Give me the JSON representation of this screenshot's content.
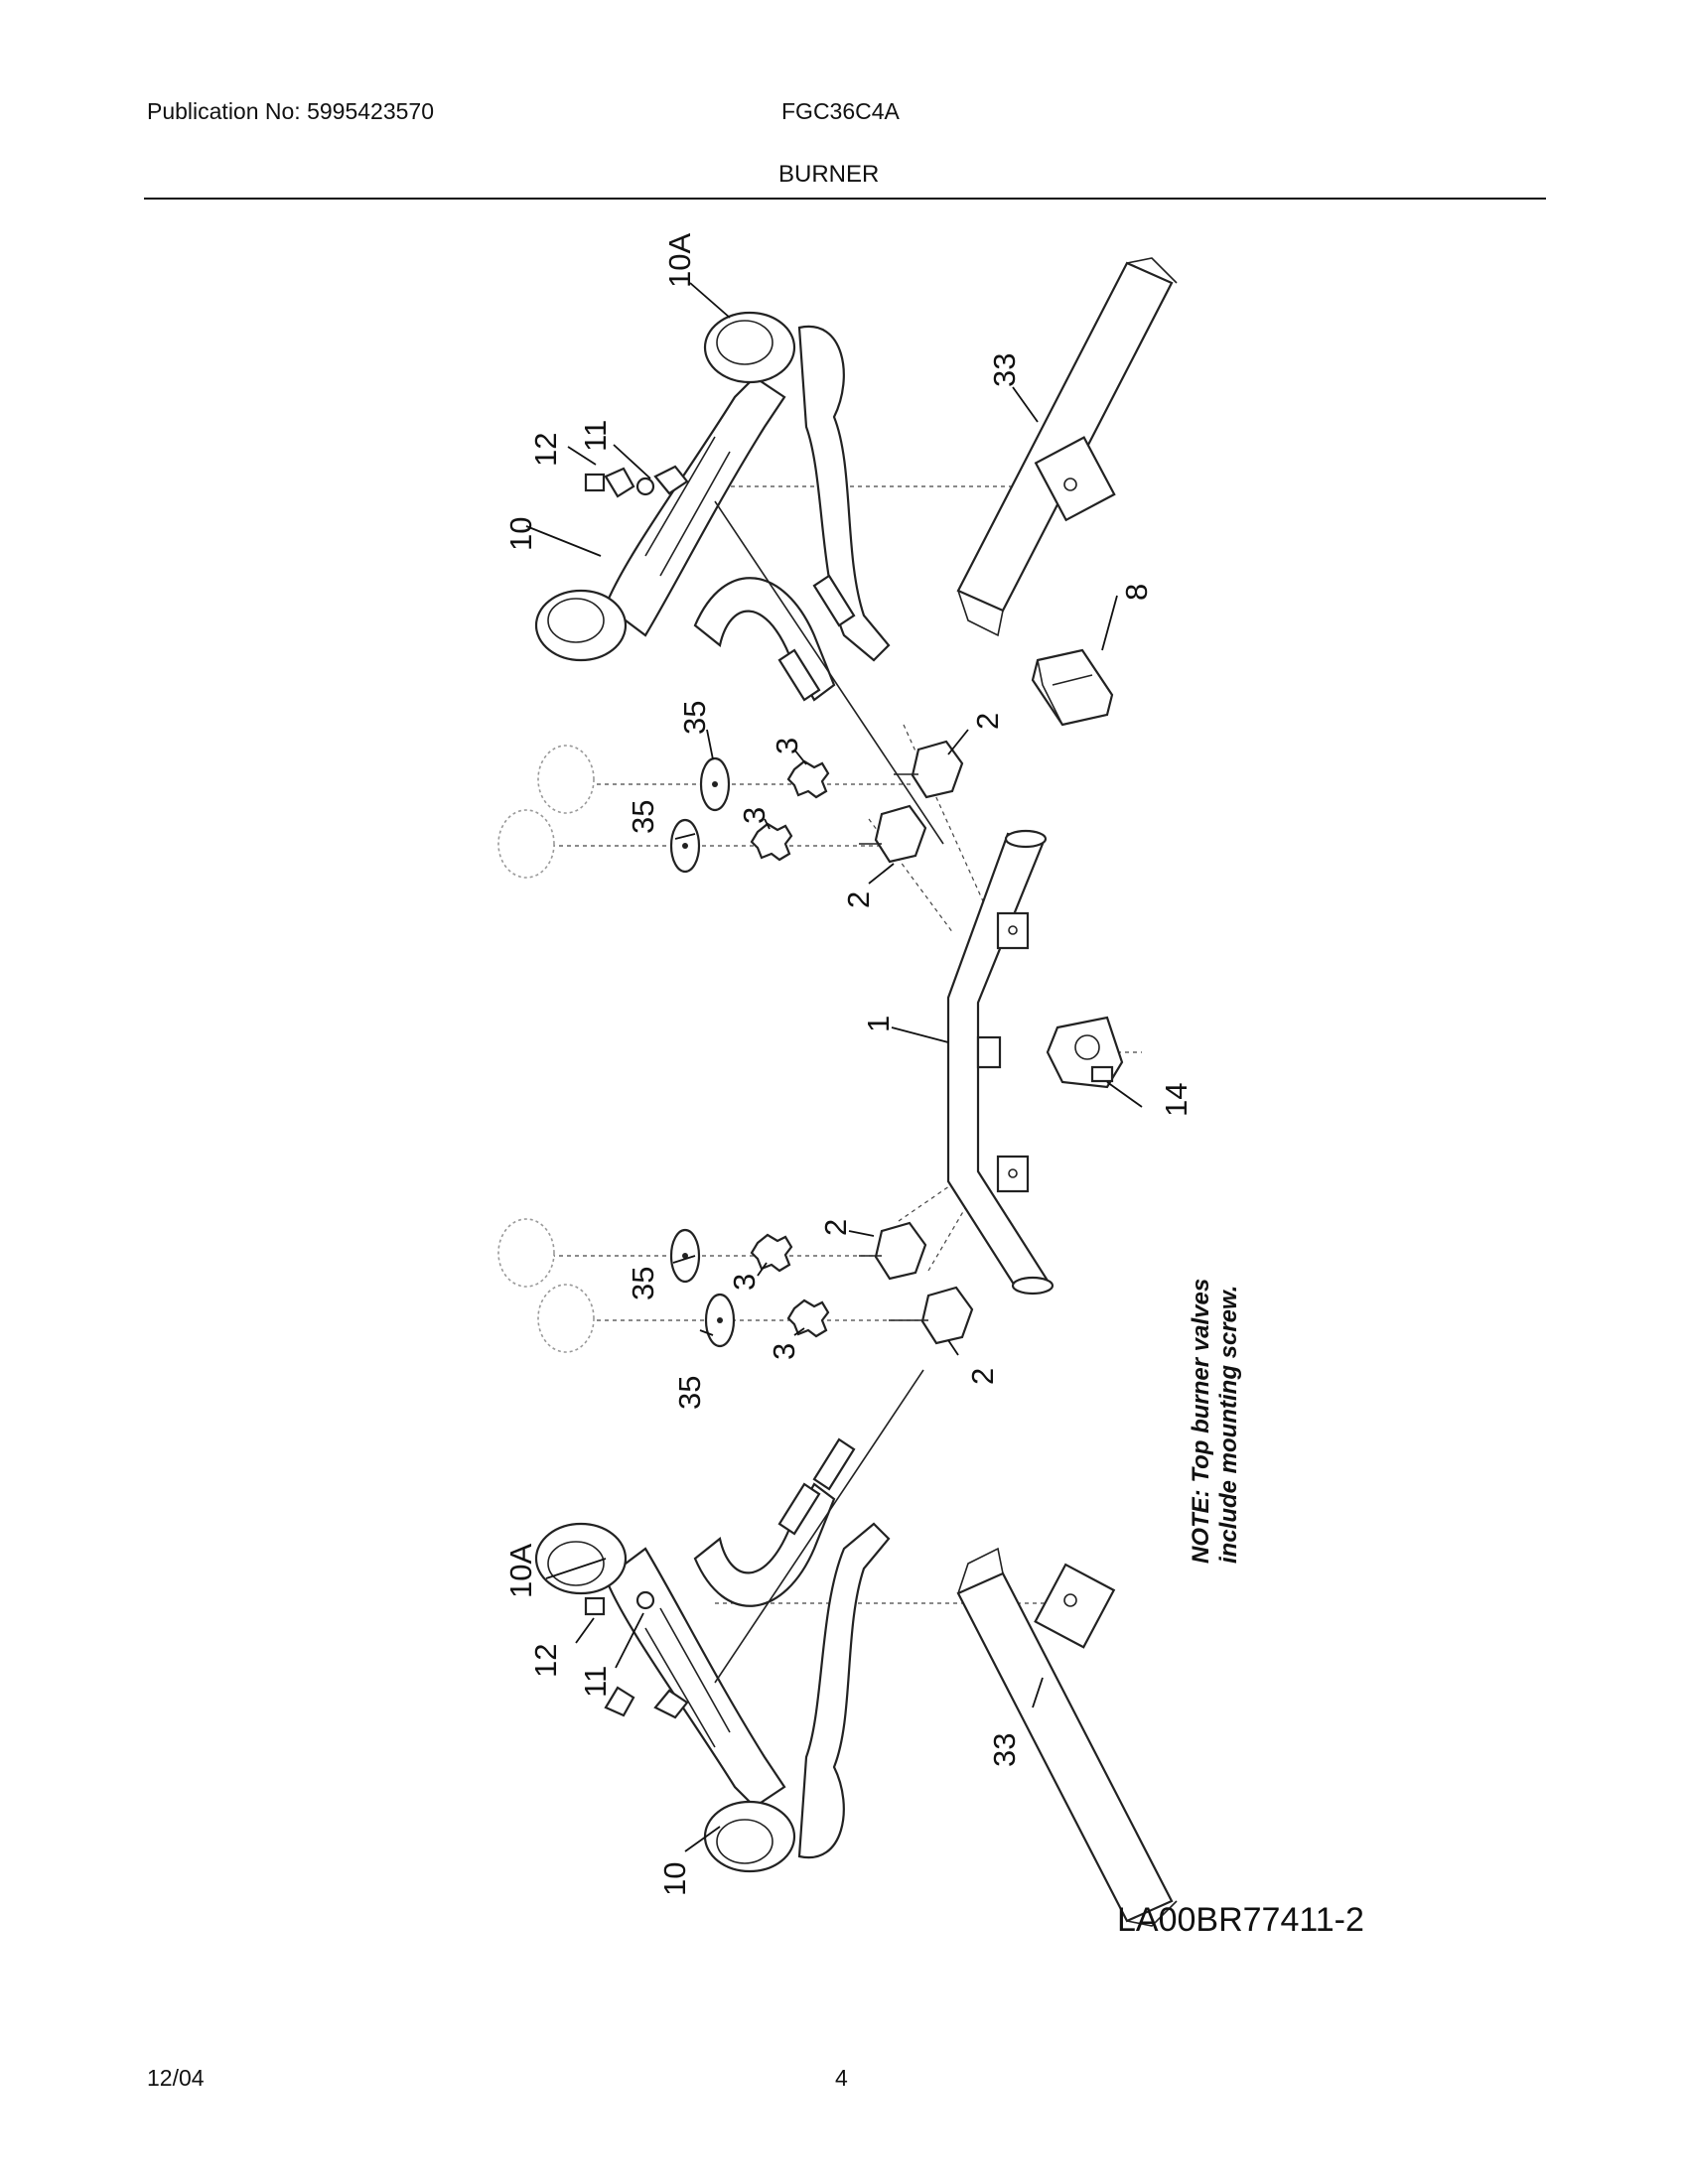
{
  "header": {
    "publication": "Publication No: 5995423570",
    "model": "FGC36C4A",
    "section_title": "BURNER"
  },
  "figure": {
    "id": "LA00BR77411-2",
    "note_line1": "NOTE: Top burner valves",
    "note_line2": "include mounting screw."
  },
  "footer": {
    "date": "12/04",
    "page": "4"
  },
  "callouts": {
    "c1": "1",
    "c2a": "2",
    "c2b": "2",
    "c2c": "2",
    "c2d": "2",
    "c3a": "3",
    "c3b": "3",
    "c3c": "3",
    "c3d": "3",
    "c8": "8",
    "c10a": "10",
    "c10b": "10",
    "c10Aa": "10A",
    "c10Ab": "10A",
    "c11a": "11",
    "c11b": "11",
    "c12a": "12",
    "c12b": "12",
    "c14": "14",
    "c33a": "33",
    "c33b": "33",
    "c35a": "35",
    "c35b": "35",
    "c35c": "35",
    "c35d": "35"
  }
}
